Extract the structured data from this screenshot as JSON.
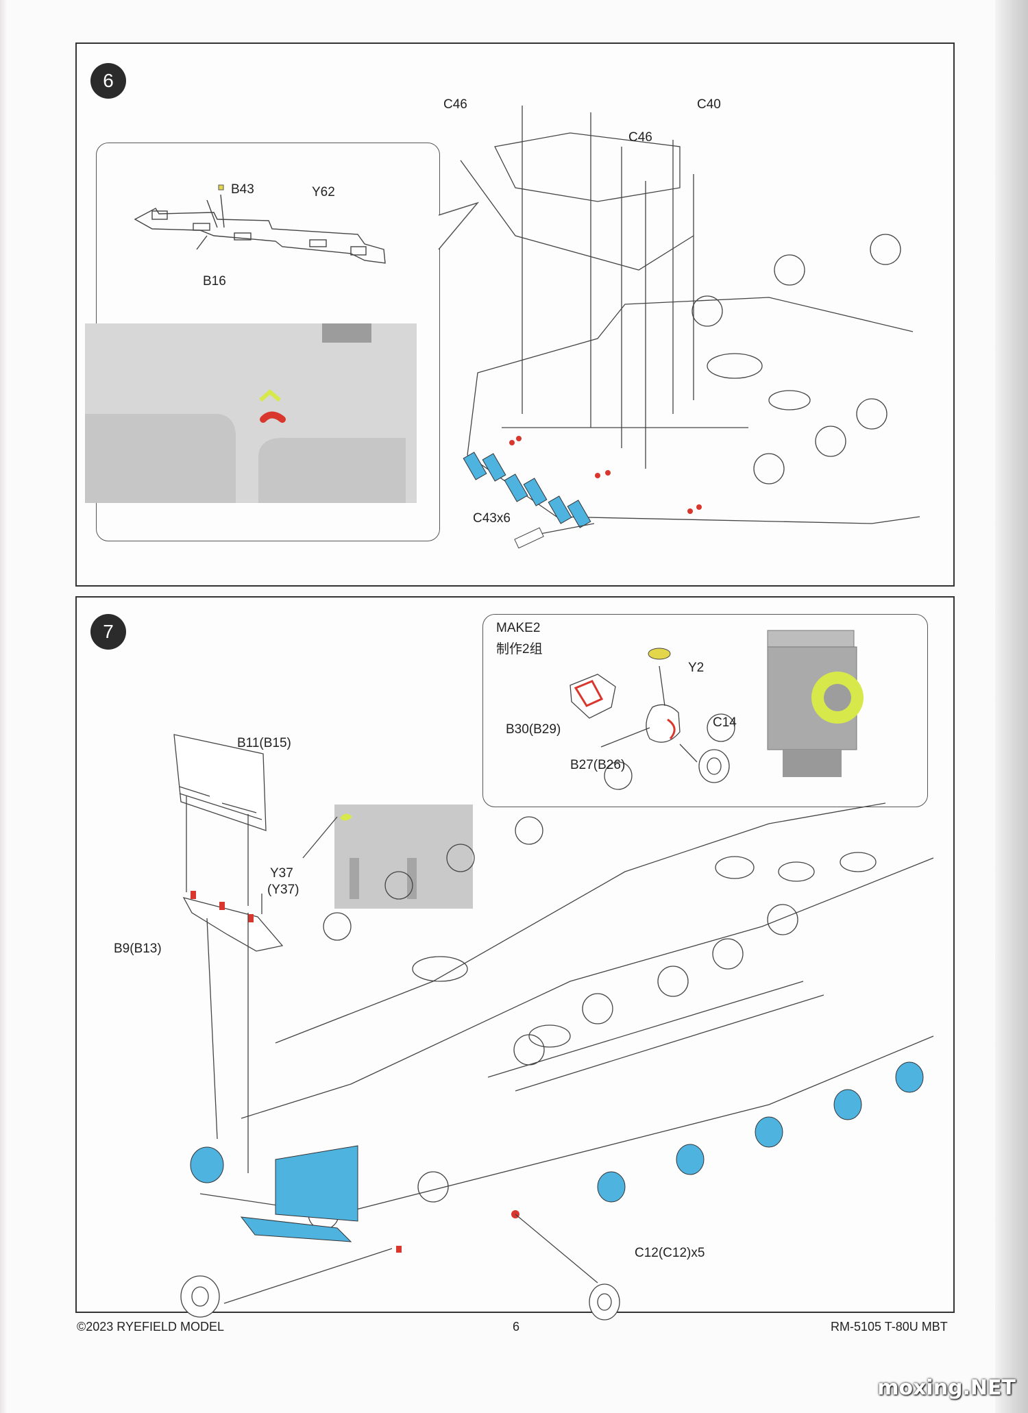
{
  "step6": {
    "number": "6",
    "labels": {
      "c46_top": "C46",
      "c40": "C40",
      "c46_mid": "C46",
      "b43": "B43",
      "y62": "Y62",
      "b16": "B16",
      "c43x6": "C43x6"
    }
  },
  "step7": {
    "number": "7",
    "make_note": "MAKE2",
    "make_note_cn": "制作2组",
    "labels": {
      "y2": "Y2",
      "b30": "B30(B29)",
      "c14": "C14",
      "b27": "B27(B26)",
      "b11": "B11(B15)",
      "y37": "Y37",
      "y37b": "(Y37)",
      "b9": "B9(B13)",
      "c12": "C12(C12)x5"
    }
  },
  "footer": {
    "copyright": "©2023 RYEFIELD MODEL",
    "page_number": "6",
    "product": "RM-5105 T-80U MBT"
  },
  "watermark": "moxing.NET",
  "colors": {
    "highlight_blue": "#4fb3e0",
    "glue_red": "#d9362d",
    "yellow_green": "#d6e84a",
    "render_grey": "#b9b9b9"
  }
}
